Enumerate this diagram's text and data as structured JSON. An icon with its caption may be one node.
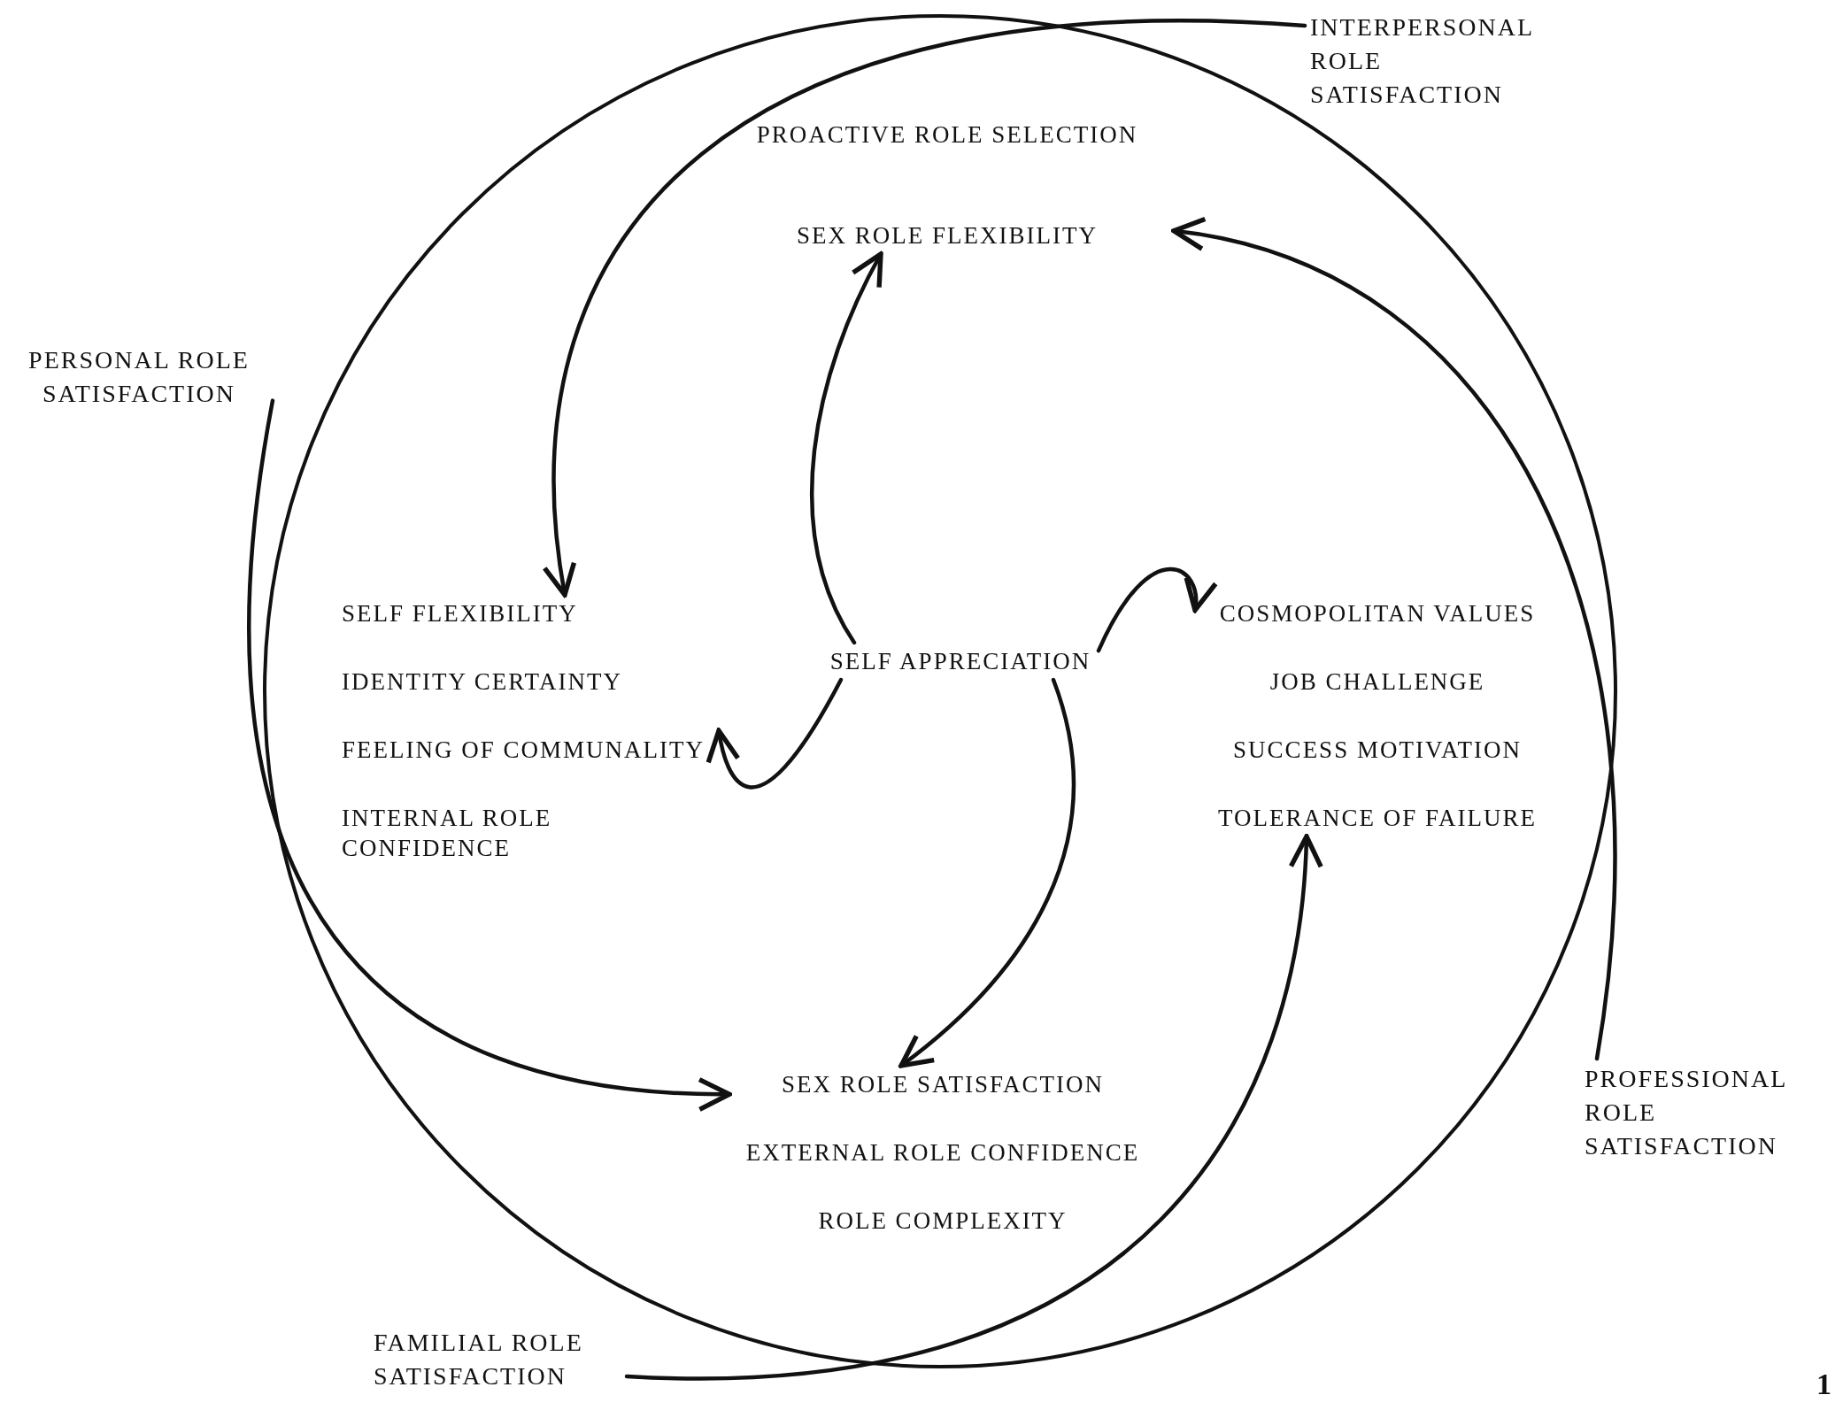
{
  "diagram": {
    "nodes": [
      {
        "text": [],
        "shape": "circle"
      },
      {
        "text": [
          "PROACTIVE ROLE SELECTION",
          "SEX ROLE FLEXIBILITY"
        ],
        "in": 0
      },
      {
        "text": [
          "SELF FLEXIBILITY",
          "IDENTITY CERTAINTY",
          "FEELING OF COMMUNALITY",
          "INTERNAL ROLE CONFIDENCE"
        ],
        "in": 0
      },
      {
        "text": [
          "SELF APPRECIATION"
        ],
        "in": 0
      },
      {
        "text": [
          "COSMOPOLITAN VALUES",
          "JOB CHALLENGE",
          "SUCCESS MOTIVATION",
          "TOLERANCE OF FAILURE"
        ],
        "in": 0
      },
      {
        "text": [
          "SEX ROLE SATISFACTION",
          "EXTERNAL ROLE CONFIDENCE",
          "ROLE COMPLEXITY"
        ],
        "in": 0
      },
      {
        "text": [
          "INTERPERSONAL ROLE SATISFACTION"
        ]
      },
      {
        "text": [
          "PERSONAL ROLE SATISFACTION"
        ]
      },
      {
        "text": [
          "PROFESSIONAL ROLE SATISFACTION"
        ]
      },
      {
        "text": [
          "FAMILIAL ROLE SATISFACTION"
        ]
      }
    ],
    "edges": [
      {
        "from": 6,
        "to": 2,
        "arrow": "to"
      },
      {
        "from": 8,
        "to": 1,
        "arrow": "to"
      },
      {
        "from": 7,
        "to": 5,
        "arrow": "to"
      },
      {
        "from": 9,
        "to": 4,
        "arrow": "to"
      },
      {
        "from": 3,
        "to": 1,
        "arrow": "to"
      },
      {
        "from": 3,
        "to": 4,
        "arrow": "to"
      },
      {
        "from": 3,
        "to": 5,
        "arrow": "to"
      },
      {
        "from": 3,
        "to": 2,
        "arrow": "to"
      }
    ],
    "labels": [
      "1"
    ]
  }
}
